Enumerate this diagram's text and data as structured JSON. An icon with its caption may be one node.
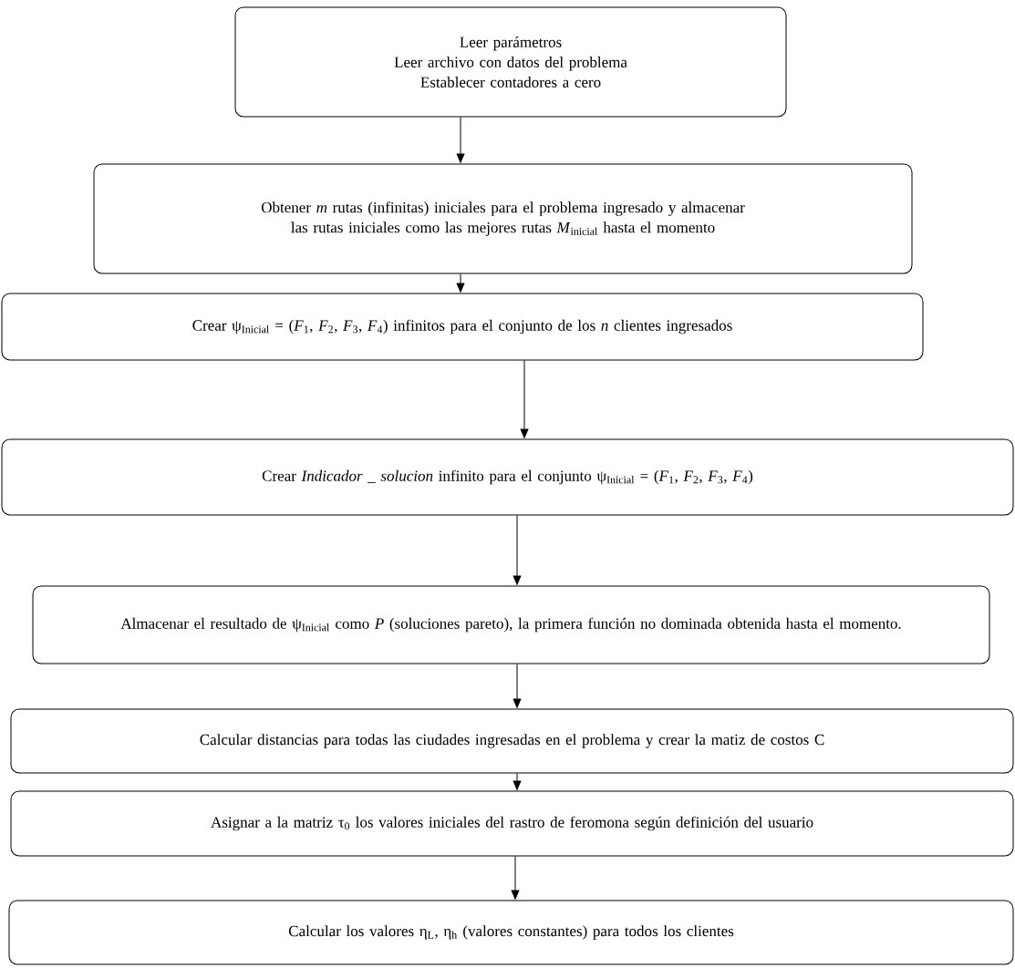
{
  "diagram": {
    "nodes": [
      {
        "text": [
          "Leer parámetros",
          "Leer archivo con datos del problema",
          "Establecer contadores a cero"
        ]
      },
      {
        "text": [
          "Obtener *m* rutas (infinitas) iniciales para el problema ingresado y almacenar las rutas iniciales como las mejores rutas *M*$_{inicial}$ hasta el momento"
        ]
      },
      {
        "text": [
          "Crear ψ$_{Inicial}$ = (*F*$_{1}$, *F*$_{2}$, *F*$_{3}$, *F*$_{4}$) infinitos para el conjunto de los *n* clientes ingresados"
        ]
      },
      {
        "text": [
          "Crear *Indicador _ solucion* infinito para el conjunto ψ$_{Inicial}$ = (*F*$_{1}$, *F*$_{2}$, *F*$_{3}$, *F*$_{4}$)"
        ]
      },
      {
        "text": [
          "Almacenar el resultado de ψ$_{Inicial}$ como *P* (soluciones pareto), la primera función no dominada obtenida hasta el momento."
        ]
      },
      {
        "text": [
          "Calcular distancias para todas las ciudades ingresadas en el problema y crear la matiz de costos C"
        ]
      },
      {
        "text": [
          "Asignar a la matriz τ$_{0}$ los valores iniciales del rastro de feromona según definición del usuario"
        ]
      },
      {
        "text": [
          "Calcular los valores η$_{L}$, η$_{h}$ (valores constantes) para todos los clientes"
        ]
      }
    ],
    "edges": [
      {
        "from": 0,
        "to": 1,
        "arrow": "to"
      },
      {
        "from": 1,
        "to": 2,
        "arrow": "to"
      },
      {
        "from": 2,
        "to": 3,
        "arrow": "to"
      },
      {
        "from": 3,
        "to": 4,
        "arrow": "to"
      },
      {
        "from": 4,
        "to": 5,
        "arrow": "to"
      },
      {
        "from": 5,
        "to": 6,
        "arrow": "to"
      },
      {
        "from": 6,
        "to": 7,
        "arrow": "to"
      }
    ]
  }
}
